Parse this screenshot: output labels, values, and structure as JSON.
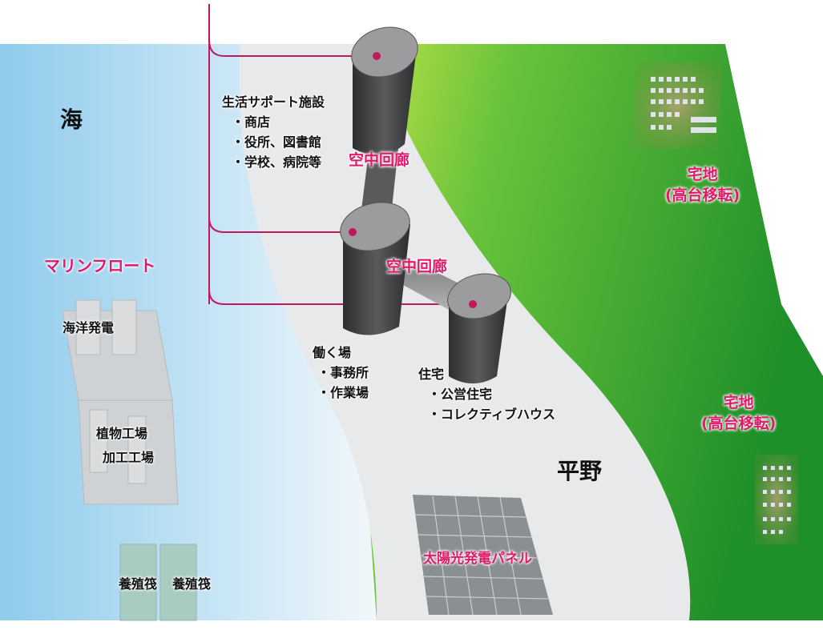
{
  "labels": {
    "sea": "海",
    "plain": "平野",
    "marine_front": "マリンフロート",
    "ocean_power": "海洋発電",
    "plant_factory": "植物工場",
    "processing_factory": "加工工場",
    "aquaculture_left": "養殖筏",
    "aquaculture_right": "養殖筏",
    "solar_panel": "太陽光発電パネル",
    "skyway_top": "空中回廊",
    "skyway_middle": "空中回廊",
    "residential_top_line1": "宅地",
    "residential_top_line2": "(高台移転)",
    "residential_bottom_line1": "宅地",
    "residential_bottom_line2": "(高台移転)"
  },
  "life_support": {
    "title": "生活サポート施設",
    "items": [
      "・商店",
      "・役所、図書館",
      "・学校、病院等"
    ]
  },
  "workplace": {
    "title": "働く場",
    "items": [
      "・事務所",
      "・作業場"
    ]
  },
  "housing": {
    "title": "住宅",
    "items": [
      "・公営住宅",
      "・コレクティブハウス"
    ]
  },
  "colors": {
    "sea": "#a9d7f1",
    "plain": "#e9eaec",
    "land_green": "#2f9a2c",
    "tower": "#4a4a4c",
    "accent": "#e0196a",
    "connector_line": "#c2185b"
  }
}
